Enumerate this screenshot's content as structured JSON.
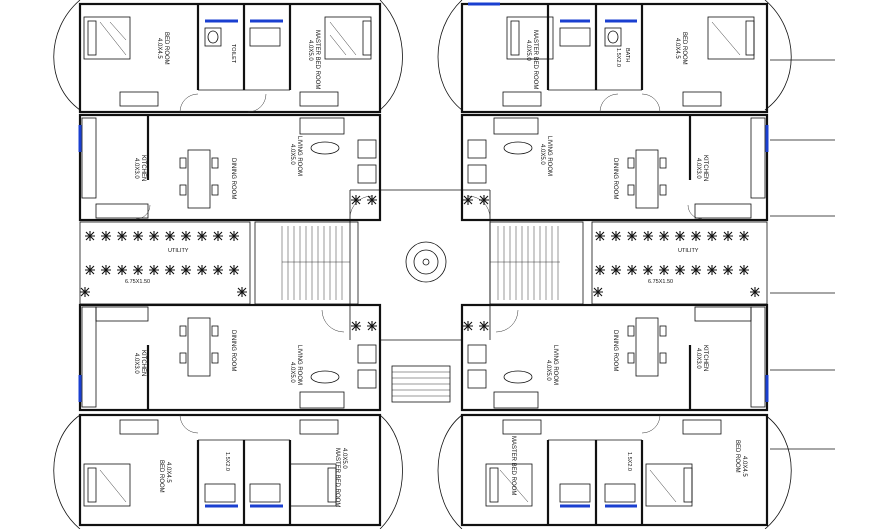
{
  "plan": {
    "rooms": {
      "bed_room": "BED ROOM",
      "bed_room_size": "4.0X4.5",
      "master_bed_room": "MASTER BED ROOM",
      "master_size": "4.0X5.0",
      "toilet": "TOILET",
      "bath": "BATH",
      "toilet_size": "1.5X2.0",
      "kitchen": "KITCHEN",
      "kitchen_size": "4.0X3.0",
      "dining_room": "DINING ROOM",
      "living_room": "LIVING ROOM",
      "living_size": "4.0X5.0",
      "utility": "UTILITY",
      "utility_size": "6.75X1.50"
    }
  }
}
